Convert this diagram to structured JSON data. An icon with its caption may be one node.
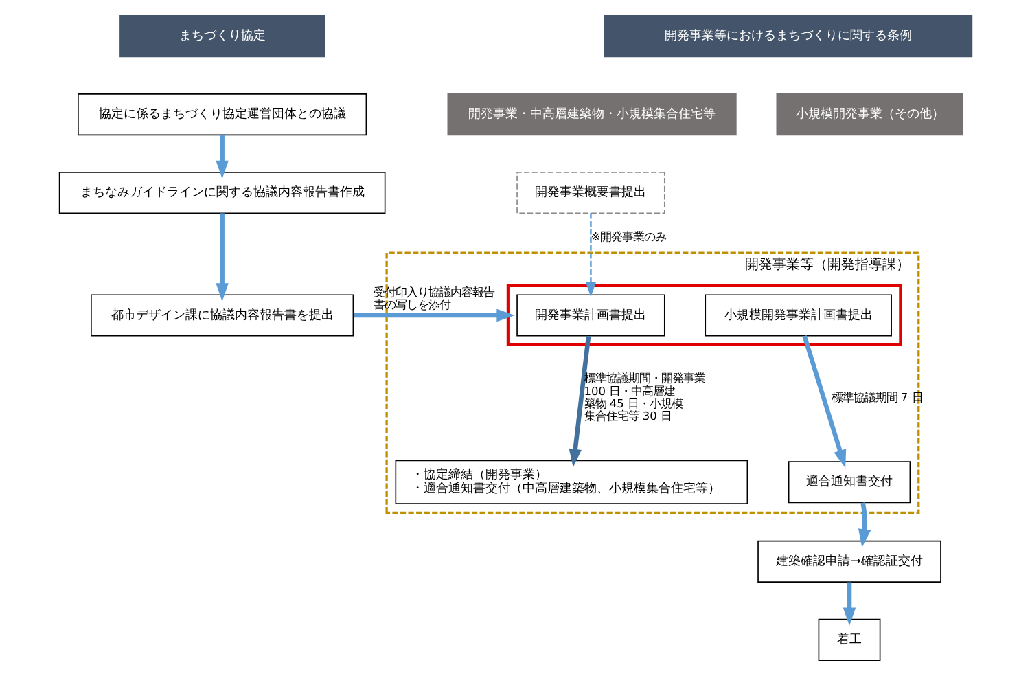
{
  "diagram": {
    "nodes": [
      {
        "text": [
          "まちづくり協定"
        ]
      },
      {
        "text": [
          "協定に係るまちづくり協定運営団体との協議"
        ]
      },
      {
        "text": [
          "まちなみガイドラインに関する協議内容報告書作成"
        ]
      },
      {
        "text": [
          "都市デザイン課に協議内容報告書を提出"
        ]
      },
      {
        "text": [
          "開発事業等におけるまちづくりに関する条例"
        ]
      },
      {
        "text": [
          "開発事業・中高層建築物・小規模集合住宅等"
        ]
      },
      {
        "text": [
          "小規模開発事業（その他）"
        ]
      },
      {
        "text": [
          "開発事業概要書提出"
        ]
      },
      {
        "text": [
          "開発事業等（開発指導課）"
        ]
      },
      {
        "text": [],
        "shape": "box",
        "in": 8
      },
      {
        "text": [
          "開発事業計画書提出"
        ],
        "in": 9
      },
      {
        "text": [
          "小規模開発事業計画書提出"
        ],
        "in": 9
      },
      {
        "text": [
          "適合通知書交付"
        ],
        "in": 8
      },
      {
        "text": [
          "・協定締結（開発事業）",
          "・適合通知書交付（中高層建築物、小規模集合住宅等）"
        ],
        "in": 8
      },
      {
        "text": [
          "建築確認申請→確認証交付"
        ]
      },
      {
        "text": [
          "着工"
        ]
      }
    ],
    "edges": [
      {
        "from": 1,
        "to": 2,
        "arrow": "to"
      },
      {
        "from": 2,
        "to": 3,
        "arrow": "to"
      },
      {
        "from": 3,
        "to": 9,
        "arrow": "to",
        "label": "受付印入り協議内容報告書の写しを添付"
      },
      {
        "from": 7,
        "to": 10,
        "arrow": "to",
        "label": "※開発事業のみ",
        "style": "dashed"
      },
      {
        "from": 10,
        "to": 13,
        "arrow": "to",
        "label": "標準協議期間・開発事業 100 日・中高層建築物 45 日・小規模集合住宅等 30 日",
        "color": "#41719c"
      },
      {
        "from": 11,
        "to": 12,
        "arrow": "to",
        "label": "標準協議期間 7 日"
      },
      {
        "from": 12,
        "to": 14,
        "arrow": "to"
      },
      {
        "from": 14,
        "to": 15,
        "arrow": "to"
      }
    ]
  }
}
